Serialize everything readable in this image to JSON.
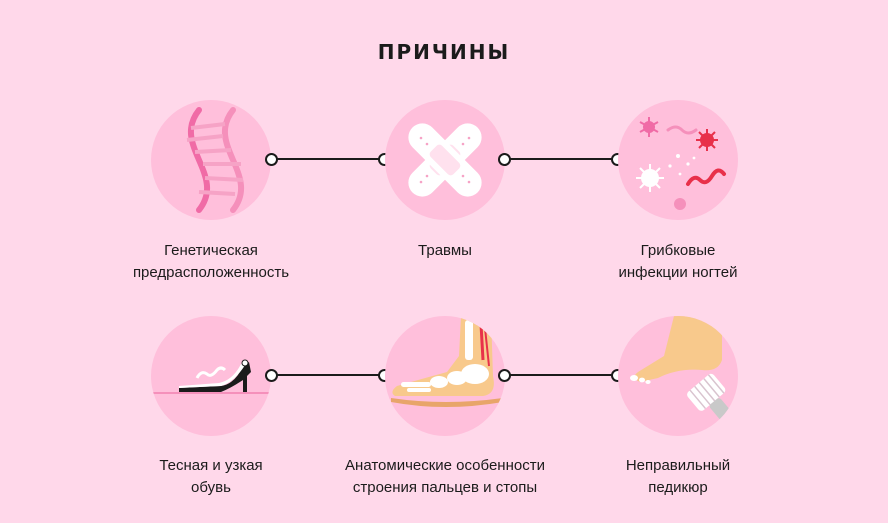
{
  "title": "ПРИЧИНЫ",
  "causes": [
    {
      "icon": "dna-icon",
      "lines": [
        "Генетическая",
        "предрасположенность"
      ]
    },
    {
      "icon": "bandage-icon",
      "lines": [
        "Травмы"
      ]
    },
    {
      "icon": "germs-icon",
      "lines": [
        "Грибковые",
        "инфекции ногтей"
      ]
    },
    {
      "icon": "high-heel-shoe-icon",
      "lines": [
        "Тесная и узкая",
        "обувь"
      ]
    },
    {
      "icon": "foot-skeleton-icon",
      "lines": [
        "Анатомические особенности",
        "строения пальцев и стопы"
      ]
    },
    {
      "icon": "pedicure-icon",
      "lines": [
        "Неправильный",
        "педикюр"
      ]
    }
  ],
  "colors": {
    "background": "#ffd8ea",
    "circle": "#ffbfdb",
    "accent": "#f06ba6",
    "red": "#e8304a",
    "skin": "#f8c98c",
    "text": "#1b1b1b"
  }
}
